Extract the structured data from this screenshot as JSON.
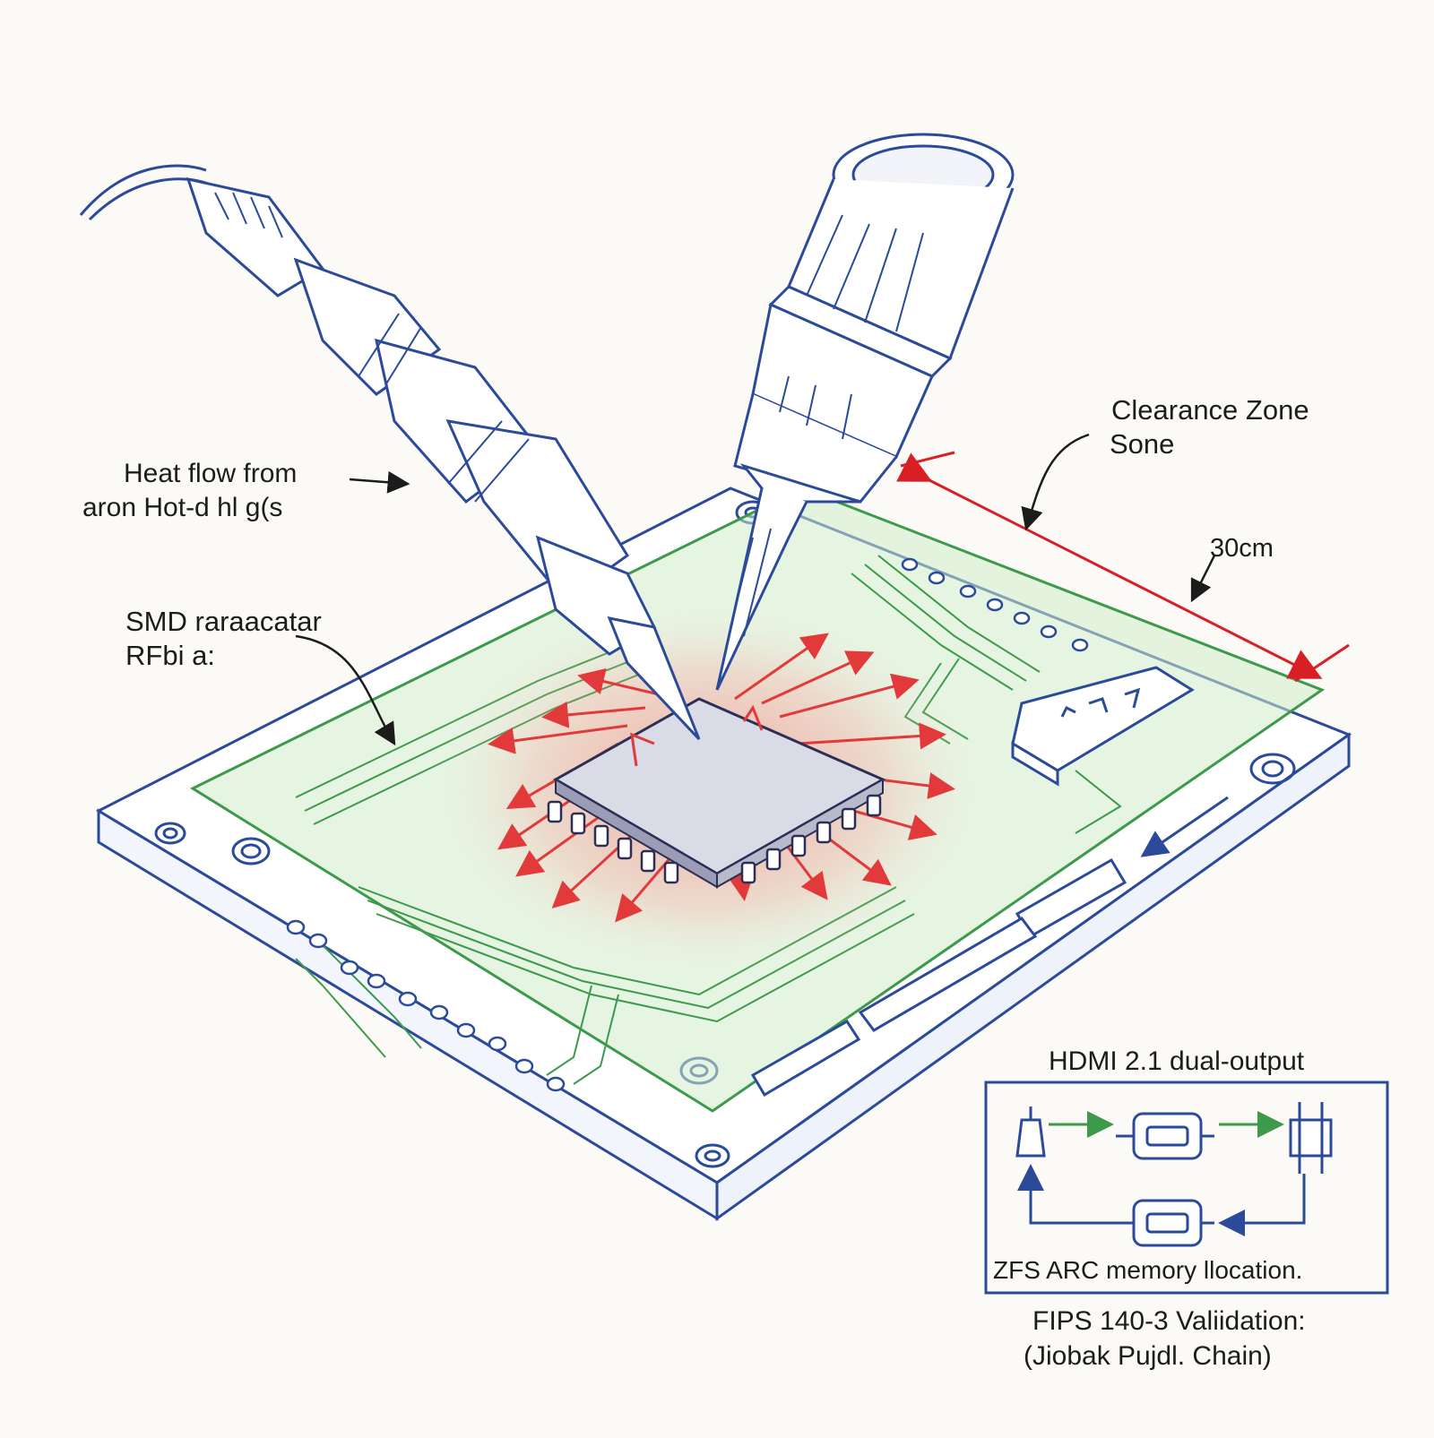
{
  "labels": {
    "heat_line1": "Heat flow from",
    "heat_line2": "aron Hot-d hl g(s",
    "smd_line1": "SMD raraacatar",
    "smd_line2": "RFbi a:",
    "clearance_line1": "Clearance Zone",
    "clearance_line2": "Sone",
    "dimension": "30cm",
    "hdmi_title": "HDMI 2.1 dual-output",
    "zfs_caption": "ZFS ARC memory llocation.",
    "fips_line1": "FIPS 140-3 Valiidation:",
    "fips_line2": "(Jiobak Pujdl. Chain)"
  },
  "colors": {
    "ink_blue": "#2b4a9a",
    "trace_green": "#3d9a4a",
    "zone_fill": "#cfeccb",
    "heat_red": "#e23a3a",
    "dim_red": "#d81f26",
    "text": "#1c1c1c",
    "paper": "#fbfaf6"
  },
  "icons": {
    "soldering_iron": "soldering-iron-icon",
    "hot_air_nozzle": "hot-air-nozzle-icon",
    "chip": "qfp-chip-icon"
  }
}
